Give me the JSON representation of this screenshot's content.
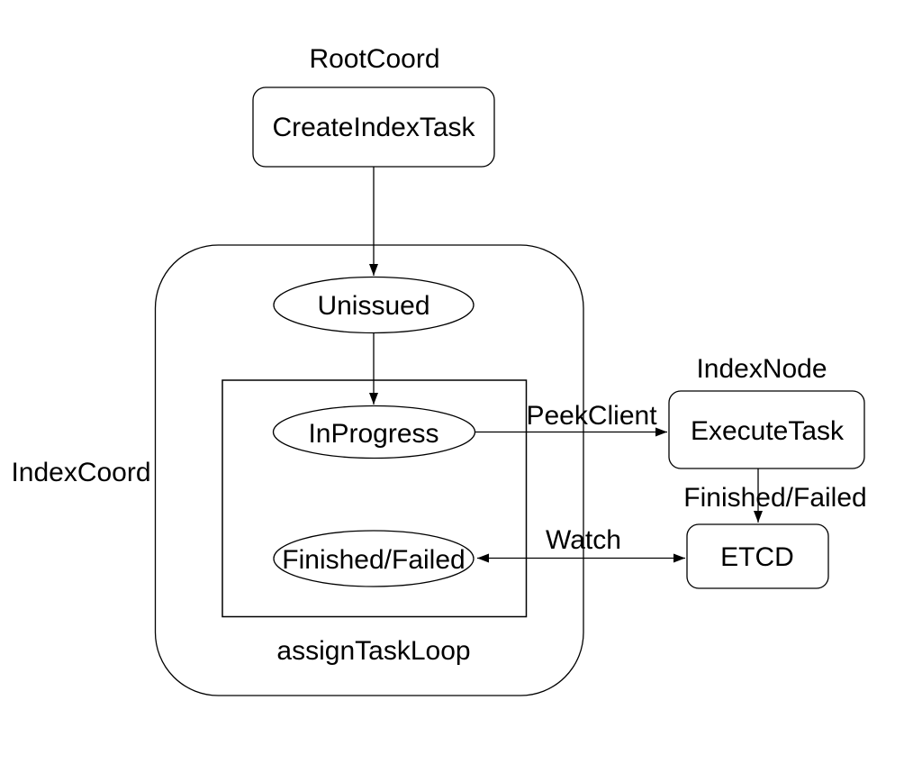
{
  "colors": {
    "background": "#ffffff",
    "stroke": "#000000",
    "text": "#000000"
  },
  "groups": {
    "root_coord": {
      "label": "RootCoord"
    },
    "index_coord": {
      "label": "IndexCoord"
    },
    "index_node": {
      "label": "IndexNode"
    },
    "assign_task_loop": {
      "label": "assignTaskLoop"
    }
  },
  "nodes": {
    "create_index_task": {
      "label": "CreateIndexTask",
      "shape": "rounded-rectangle"
    },
    "unissued": {
      "label": "Unissued",
      "shape": "ellipse"
    },
    "in_progress": {
      "label": "InProgress",
      "shape": "ellipse"
    },
    "finished_failed_state": {
      "label": "Finished/Failed",
      "shape": "ellipse"
    },
    "execute_task": {
      "label": "ExecuteTask",
      "shape": "rounded-rectangle"
    },
    "etcd": {
      "label": "ETCD",
      "shape": "rounded-rectangle"
    }
  },
  "edges": {
    "create_index_task_to_unissued": {
      "label": "",
      "from": "create_index_task",
      "to": "unissued",
      "direction": "one-way"
    },
    "unissued_to_in_progress": {
      "label": "",
      "from": "unissued",
      "to": "in_progress",
      "direction": "one-way"
    },
    "in_progress_to_execute_task": {
      "label": "PeekClient",
      "from": "in_progress",
      "to": "execute_task",
      "direction": "one-way"
    },
    "execute_task_to_etcd": {
      "label": "Finished/Failed",
      "from": "execute_task",
      "to": "etcd",
      "direction": "one-way"
    },
    "finished_failed_state_to_etcd": {
      "label": "Watch",
      "from": "finished_failed_state",
      "to": "etcd",
      "direction": "two-way"
    }
  }
}
